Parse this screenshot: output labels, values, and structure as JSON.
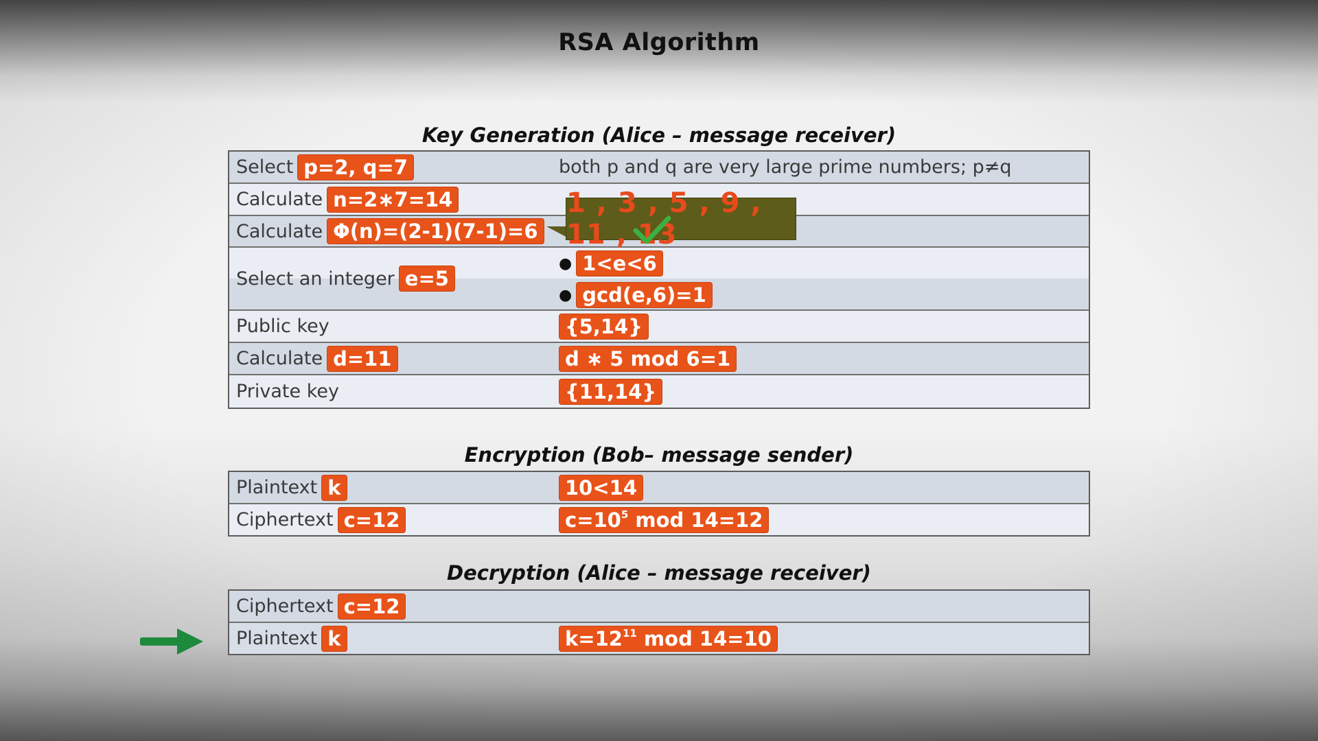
{
  "title": "RSA Algorithm",
  "key_generation": {
    "heading": "Key Generation (Alice – message receiver)",
    "rows": [
      {
        "label": "Select",
        "tag": "p=2, q=7",
        "right": "both p and q are very large prime numbers; p≠q"
      },
      {
        "label": "Calculate",
        "tag": "n=2∗7=14"
      },
      {
        "label": "Calculate",
        "tag": "Φ(n)=(2-1)(7-1)=6"
      },
      {
        "label": "Select an integer",
        "tag": "e=5",
        "conditions": [
          "1<e<6",
          "gcd(e,6)=1"
        ]
      },
      {
        "label": "Public key",
        "right_tag": "{5,14}"
      },
      {
        "label": "Calculate",
        "tag": "d=11",
        "right_tag": "d ∗ 5 mod 6=1"
      },
      {
        "label": "Private key",
        "right_tag": "{11,14}"
      }
    ],
    "callout": "1 , 3 , 5 , 9 , 11 , 13"
  },
  "encryption": {
    "heading": "Encryption (Bob– message sender)",
    "rows": [
      {
        "label": "Plaintext",
        "tag": "k",
        "right_tag": "10<14"
      },
      {
        "label": "Ciphertext",
        "tag": "c=12",
        "right_base": "c=10",
        "right_exp": "5",
        "right_rest": " mod 14=12"
      }
    ]
  },
  "decryption": {
    "heading": "Decryption (Alice – message receiver)",
    "rows": [
      {
        "label": "Ciphertext",
        "tag": "c=12"
      },
      {
        "label": "Plaintext",
        "tag": "k",
        "right_base": "k=12",
        "right_exp": "11",
        "right_rest": " mod 14=10"
      }
    ]
  },
  "colors": {
    "tag": "#e8531a",
    "callout_bg": "#5e5c1a",
    "callout_text": "#e84a1c",
    "check": "#3cb043",
    "arrow": "#1e8a3c"
  },
  "icons": [
    "check-icon",
    "arrow-right-icon"
  ]
}
